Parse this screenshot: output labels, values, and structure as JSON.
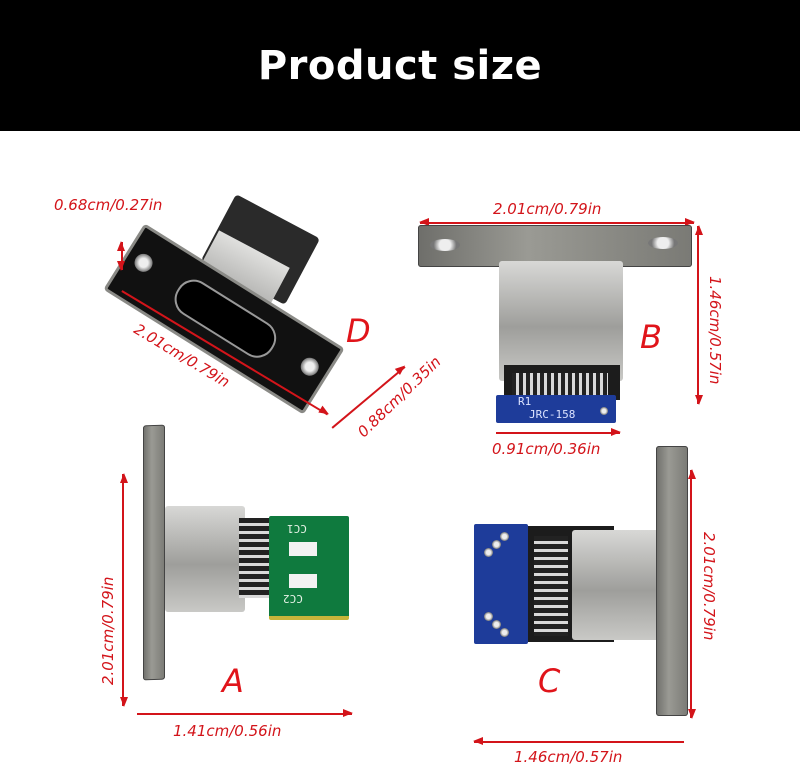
{
  "header": {
    "title": "Product size"
  },
  "colors": {
    "header_bg": "#000000",
    "title_text": "#ffffff",
    "annotation": "#d3141a",
    "background": "#ffffff"
  },
  "views": {
    "D": {
      "label": "D",
      "dimensions": {
        "thickness": "0.68cm/0.27in",
        "length": "2.01cm/0.79in",
        "depth": "0.88cm/0.35in"
      }
    },
    "B": {
      "label": "B",
      "dimensions": {
        "width": "2.01cm/0.79in",
        "height": "1.46cm/0.57in",
        "body_width": "0.91cm/0.36in"
      },
      "pcb_text": "JRC-158",
      "pcb_mark": "R1"
    },
    "A": {
      "label": "A",
      "dimensions": {
        "height": "2.01cm/0.79in",
        "width": "1.41cm/0.56in"
      },
      "pcb_labels": [
        "CC1",
        "CC2"
      ]
    },
    "C": {
      "label": "C",
      "dimensions": {
        "height": "2.01cm/0.79in",
        "width": "1.46cm/0.57in"
      }
    }
  }
}
